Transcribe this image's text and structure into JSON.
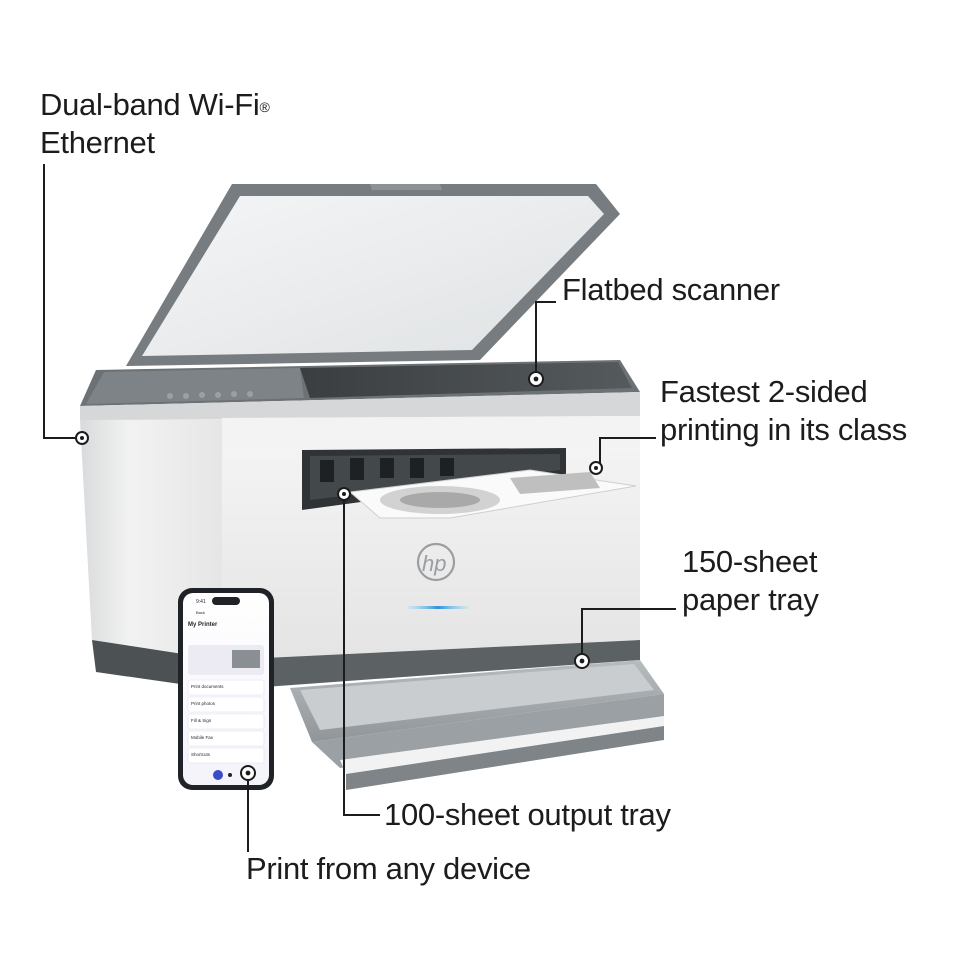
{
  "callouts": {
    "wifi": {
      "line1": "Dual-band Wi-Fi",
      "mark": "®",
      "line2": "Ethernet"
    },
    "scanner": {
      "text": "Flatbed scanner"
    },
    "duplex": {
      "line1": "Fastest 2-sided",
      "line2": "printing in its class"
    },
    "paper_tray": {
      "line1": "150-sheet",
      "line2": "paper tray"
    },
    "output_tray": {
      "text": "100-sheet output tray"
    },
    "mobile": {
      "text": "Print from any device"
    }
  },
  "printer": {
    "brand": "hp"
  },
  "phone": {
    "time": "9:41",
    "back_label": "Back",
    "app_title": "My Printer",
    "menu_items": [
      {
        "title": "Print documents"
      },
      {
        "title": "Print photos"
      },
      {
        "title": "Fill & Sign"
      },
      {
        "title": "Mobile Fax"
      },
      {
        "title": "Shortcuts"
      }
    ]
  },
  "colors": {
    "printer_body": "#e9e9e9",
    "printer_dark": "#5f6466",
    "accent_blue": "#2f8fd8",
    "text": "#1c1c1c"
  }
}
